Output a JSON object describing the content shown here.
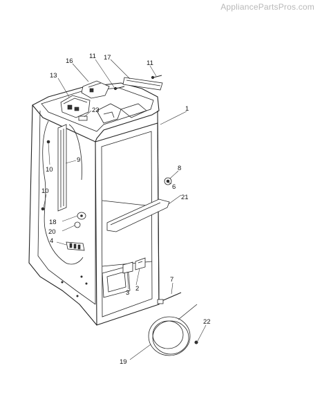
{
  "watermark": "AppliancePartsPros.com",
  "callouts": {
    "c1": "1",
    "c2": "2",
    "c3": "3",
    "c4": "4",
    "c6": "6",
    "c7": "7",
    "c8": "8",
    "c9": "9",
    "c10a": "10",
    "c10b": "10",
    "c11a": "11",
    "c11b": "11",
    "c13": "13",
    "c16": "16",
    "c17": "17",
    "c18": "18",
    "c19": "19",
    "c20": "20",
    "c21": "21",
    "c22": "22",
    "c23": "23"
  }
}
